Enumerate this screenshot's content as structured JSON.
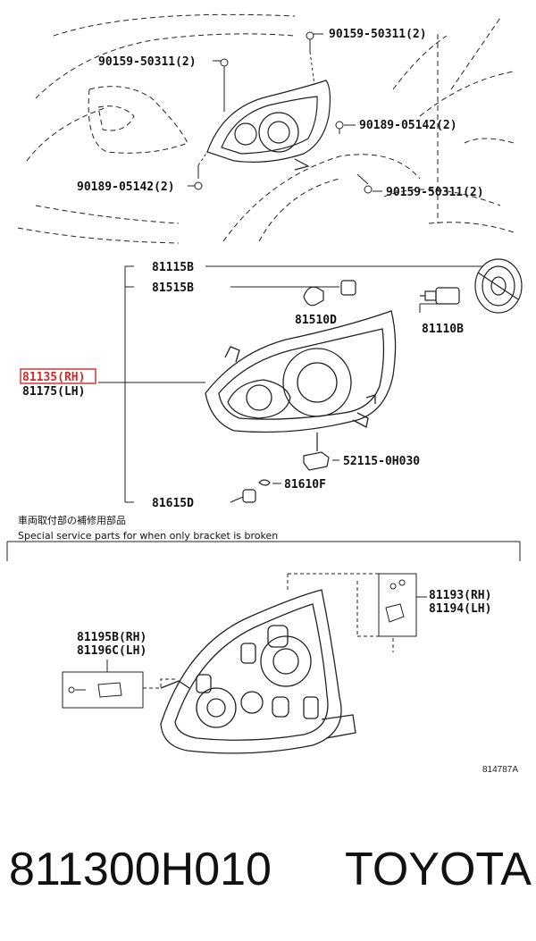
{
  "callouts": {
    "fastener_top_right": "90159-50311(2)",
    "fastener_top_left": "90159-50311(2)",
    "fastener_mid_right": "90189-05142(2)",
    "fastener_left": "90189-05142(2)",
    "fastener_low_right": "90159-50311(2)",
    "cap": "81115B",
    "socket_cap": "81515B",
    "bulb_small": "81510D",
    "bulb_main": "81110B",
    "headlamp_rh": "81135(RH)",
    "headlamp_lh": "81175(LH)",
    "leveling_motor": "52115-0H030",
    "bulb_side": "81610F",
    "socket_side": "81615D",
    "bracket_r_rh": "81193(RH)",
    "bracket_r_lh": "81194(LH)",
    "bracket_l_rh": "81195B(RH)",
    "bracket_l_lh": "81196C(LH)"
  },
  "notes": {
    "japanese": "車両取付部の補修用部品",
    "english": "Special service parts for when only bracket is broken"
  },
  "figure_id": "814787A",
  "caption": {
    "part_number": "811300H010",
    "brand": "TOYOTA"
  },
  "colors": {
    "highlight": "#d62828",
    "ink": "#111111",
    "lines": "#222222"
  }
}
